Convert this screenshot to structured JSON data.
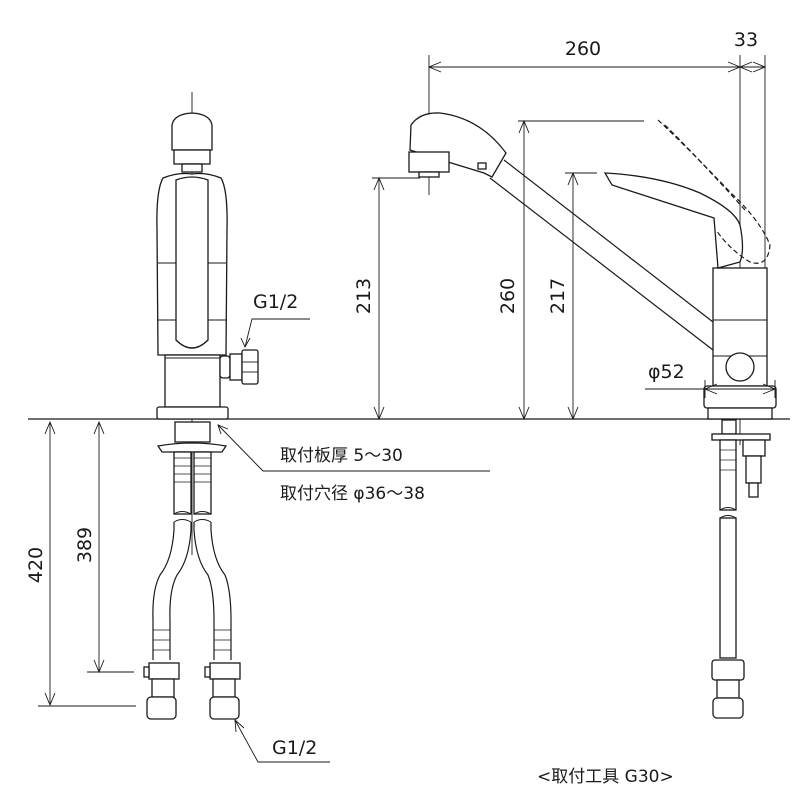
{
  "drawing": {
    "title": "<取付工具 G30>",
    "views": [
      "front-view",
      "side-view"
    ],
    "dimensions": {
      "spout_reach": "260",
      "handle_offset": "33",
      "spout_outlet_height": "213",
      "overall_height": "260",
      "handle_height": "217",
      "body_diameter": "φ52",
      "hose_length_to_union": "389",
      "hose_length_total": "420"
    },
    "labels": {
      "inlet_side": "G1/2",
      "inlet_bottom": "G1/2",
      "plate_thickness": "取付板厚 5～30",
      "hole_diameter": "取付穴径 φ36～38"
    }
  },
  "colors": {
    "line": "#1a1a1a",
    "background": "#ffffff"
  }
}
